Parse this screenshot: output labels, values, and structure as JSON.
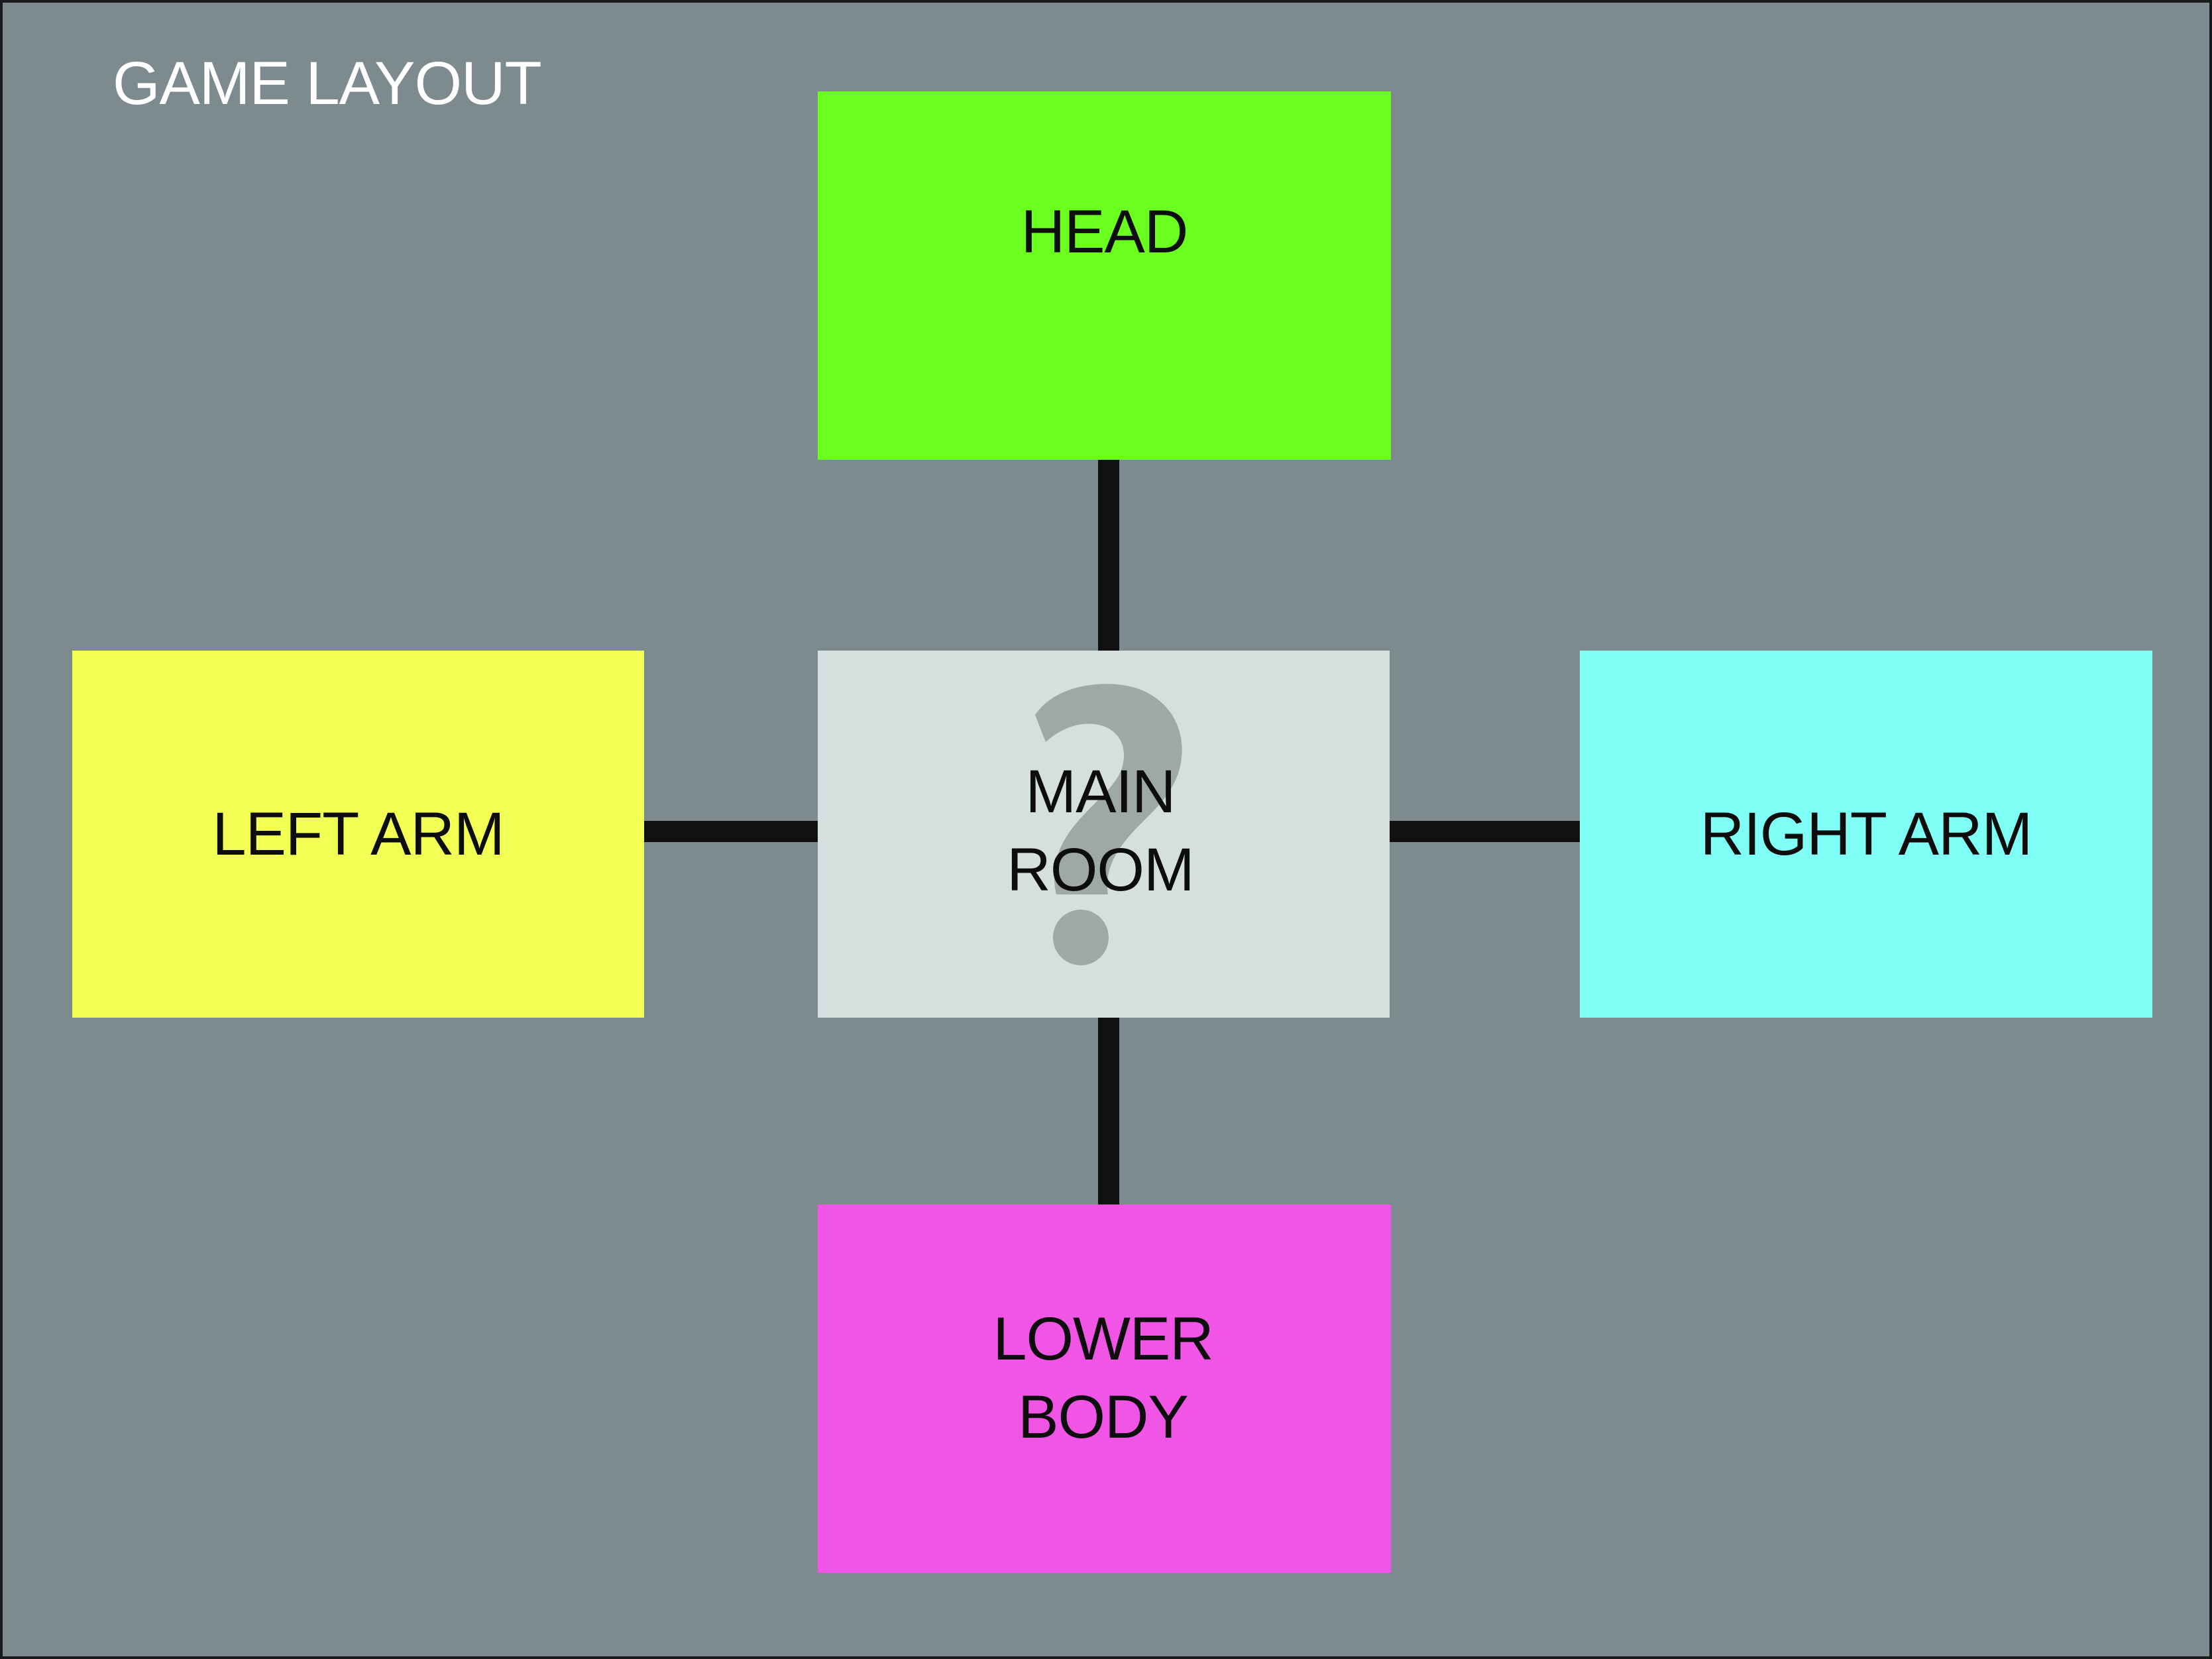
{
  "title": "GAME LAYOUT",
  "rooms": {
    "head": {
      "label": "HEAD",
      "color": "#6bff20"
    },
    "left_arm": {
      "label": "LEFT ARM",
      "color": "#f2ff55"
    },
    "right_arm": {
      "label": "RIGHT ARM",
      "color": "#80fff7"
    },
    "main_room": {
      "label": "MAIN\nROOM",
      "color": "#d5dfdd",
      "icon": "question-mark-icon"
    },
    "lower_body": {
      "label": "LOWER\nBODY",
      "color": "#f055e6"
    }
  },
  "colors": {
    "background": "#7d8a8e",
    "connector": "#111111",
    "question_mark": "#9ea8a7"
  }
}
